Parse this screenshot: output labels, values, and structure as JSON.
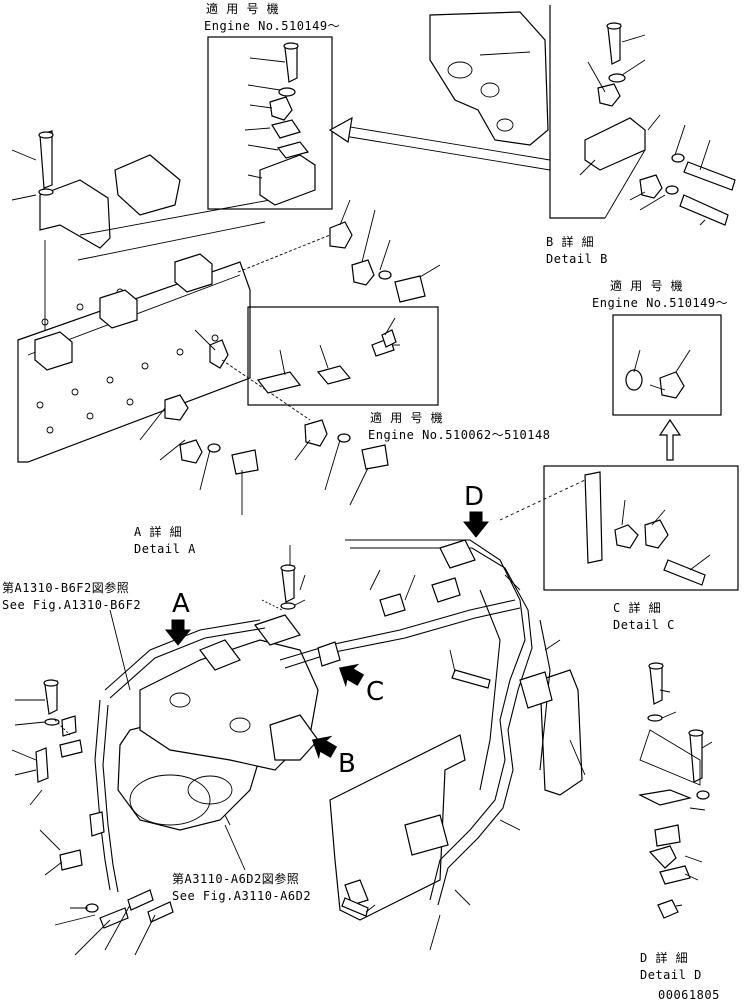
{
  "details": {
    "a": {
      "jp": "A 詳 細",
      "en": "Detail A",
      "letter": "A"
    },
    "b": {
      "jp": "B 詳 細",
      "en": "Detail B",
      "letter": "B"
    },
    "c": {
      "jp": "C 詳 細",
      "en": "Detail C",
      "letter": "C"
    },
    "d": {
      "jp": "D 詳 細",
      "en": "Detail D",
      "letter": "D"
    }
  },
  "applicability": {
    "top": {
      "jp": "適 用 号 機",
      "en": "Engine No.510149～"
    },
    "mid": {
      "jp": "適 用 号 機",
      "en": "Engine No.510062～510148"
    },
    "right": {
      "jp": "適 用 号 機",
      "en": "Engine No.510149～"
    }
  },
  "references": {
    "fig1": {
      "jp": "第A1310-B6F2図参照",
      "en": "See Fig.A1310-B6F2"
    },
    "fig2": {
      "jp": "第A3110-A6D2図参照",
      "en": "See Fig.A3110-A6D2"
    }
  },
  "figure_number": "00061805"
}
